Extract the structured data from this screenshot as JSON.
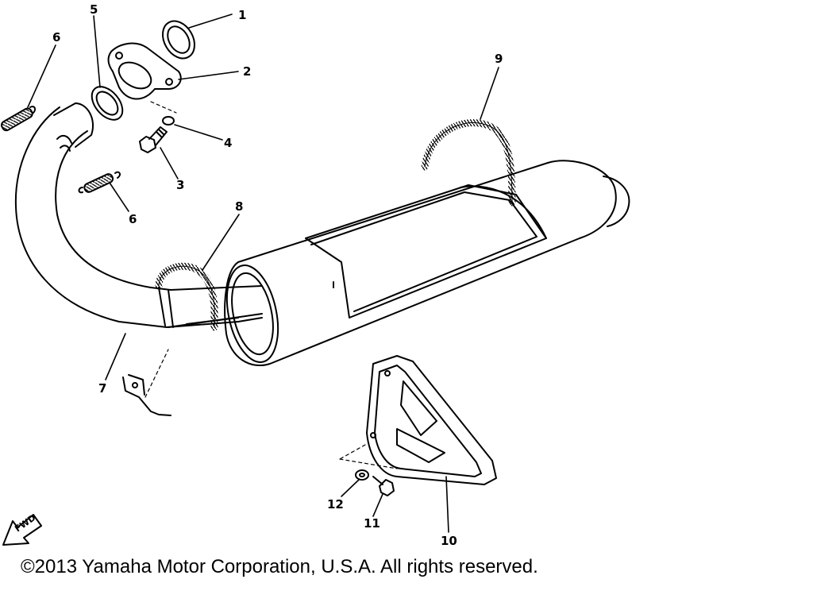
{
  "callouts": {
    "c1": "1",
    "c2": "2",
    "c3": "3",
    "c4": "4",
    "c5": "5",
    "c6a": "6",
    "c6b": "6",
    "c7": "7",
    "c8": "8",
    "c9": "9",
    "c10": "10",
    "c11": "11",
    "c12": "12"
  },
  "fwd_label": "FWD",
  "copyright": "©2013 Yamaha Motor Corporation, U.S.A. All rights reserved.",
  "colors": {
    "line": "#000000",
    "background": "#ffffff"
  }
}
